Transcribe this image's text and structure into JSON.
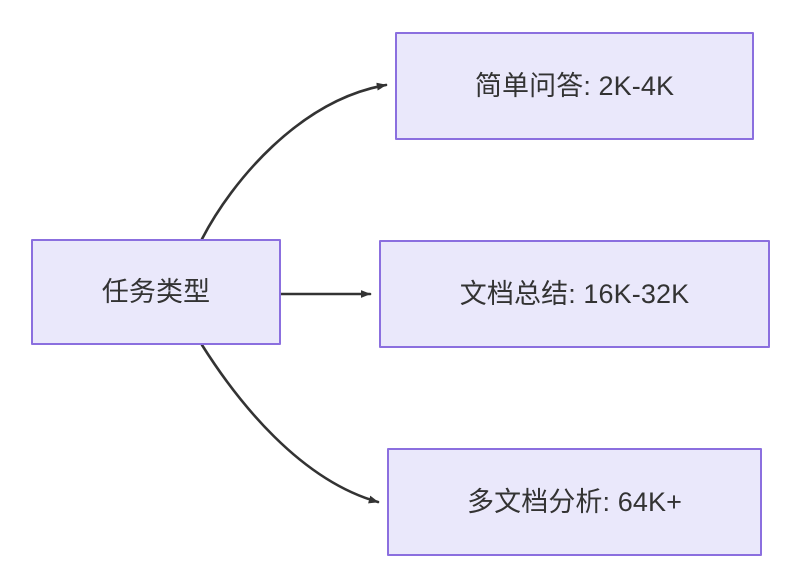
{
  "diagram": {
    "type": "flowchart",
    "direction": "left-to-right",
    "background_color": "#ffffff",
    "node_fill_color": "#eae8fb",
    "node_border_color": "#8b6fdf",
    "node_text_color": "#333333",
    "edge_color": "#333333",
    "source_node": {
      "id": "task-type",
      "label": "任务类型"
    },
    "targets": [
      {
        "id": "simple-qa",
        "label": "简单问答: 2K-4K",
        "category": "简单问答",
        "range": "2K-4K"
      },
      {
        "id": "doc-summary",
        "label": "文档总结: 16K-32K",
        "category": "文档总结",
        "range": "16K-32K"
      },
      {
        "id": "multi-doc-analysis",
        "label": "多文档分析: 64K+",
        "category": "多文档分析",
        "range": "64K+"
      }
    ],
    "edges": [
      {
        "id": "edge-1",
        "from": "task-type",
        "to": "simple-qa",
        "style": "curved-arrow"
      },
      {
        "id": "edge-2",
        "from": "task-type",
        "to": "doc-summary",
        "style": "straight-arrow"
      },
      {
        "id": "edge-3",
        "from": "task-type",
        "to": "multi-doc-analysis",
        "style": "curved-arrow"
      }
    ]
  }
}
